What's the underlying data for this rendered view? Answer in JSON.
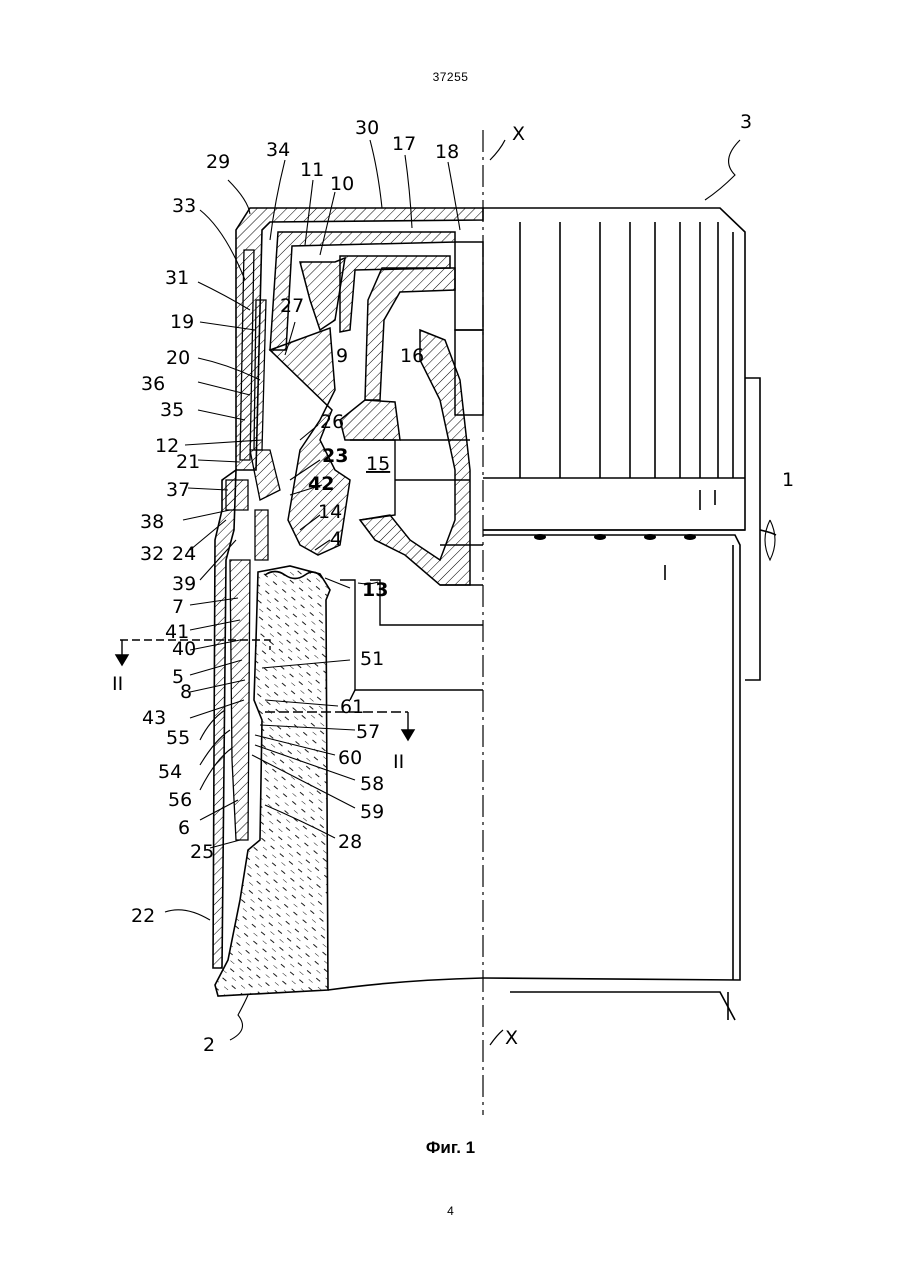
{
  "header": {
    "doc_number": "37255"
  },
  "figure": {
    "labels": {
      "l29": "29",
      "l34": "34",
      "l30": "30",
      "l17": "17",
      "l18": "18",
      "l3": "3",
      "l11": "11",
      "l10": "10",
      "l33": "33",
      "l31": "31",
      "l19": "19",
      "l27": "27",
      "l16": "16",
      "l20": "20",
      "l9": "9",
      "l36": "36",
      "l35": "35",
      "l26": "26",
      "l12": "12",
      "l21": "21",
      "l23": "23",
      "l15": "15",
      "l42": "42",
      "l37": "37",
      "l38": "38",
      "l14": "14",
      "l32": "32",
      "l4": "4",
      "l1": "1",
      "l24": "24",
      "l39": "39",
      "l13": "13",
      "l7": "7",
      "l41": "41",
      "l40": "40",
      "l51": "51",
      "l5": "5",
      "l8": "8",
      "l43": "43",
      "l61": "61",
      "l55": "55",
      "l57": "57",
      "l60": "60",
      "l54": "54",
      "l58": "58",
      "l56": "56",
      "l59": "59",
      "l6": "6",
      "l28": "28",
      "l25": "25",
      "l22": "22",
      "l2": "2",
      "axis_x_top": "X",
      "axis_x_bottom": "X",
      "section_left": "II",
      "section_right": "II"
    },
    "caption": "Фиг. 1"
  },
  "footer": {
    "page_number": "4"
  }
}
